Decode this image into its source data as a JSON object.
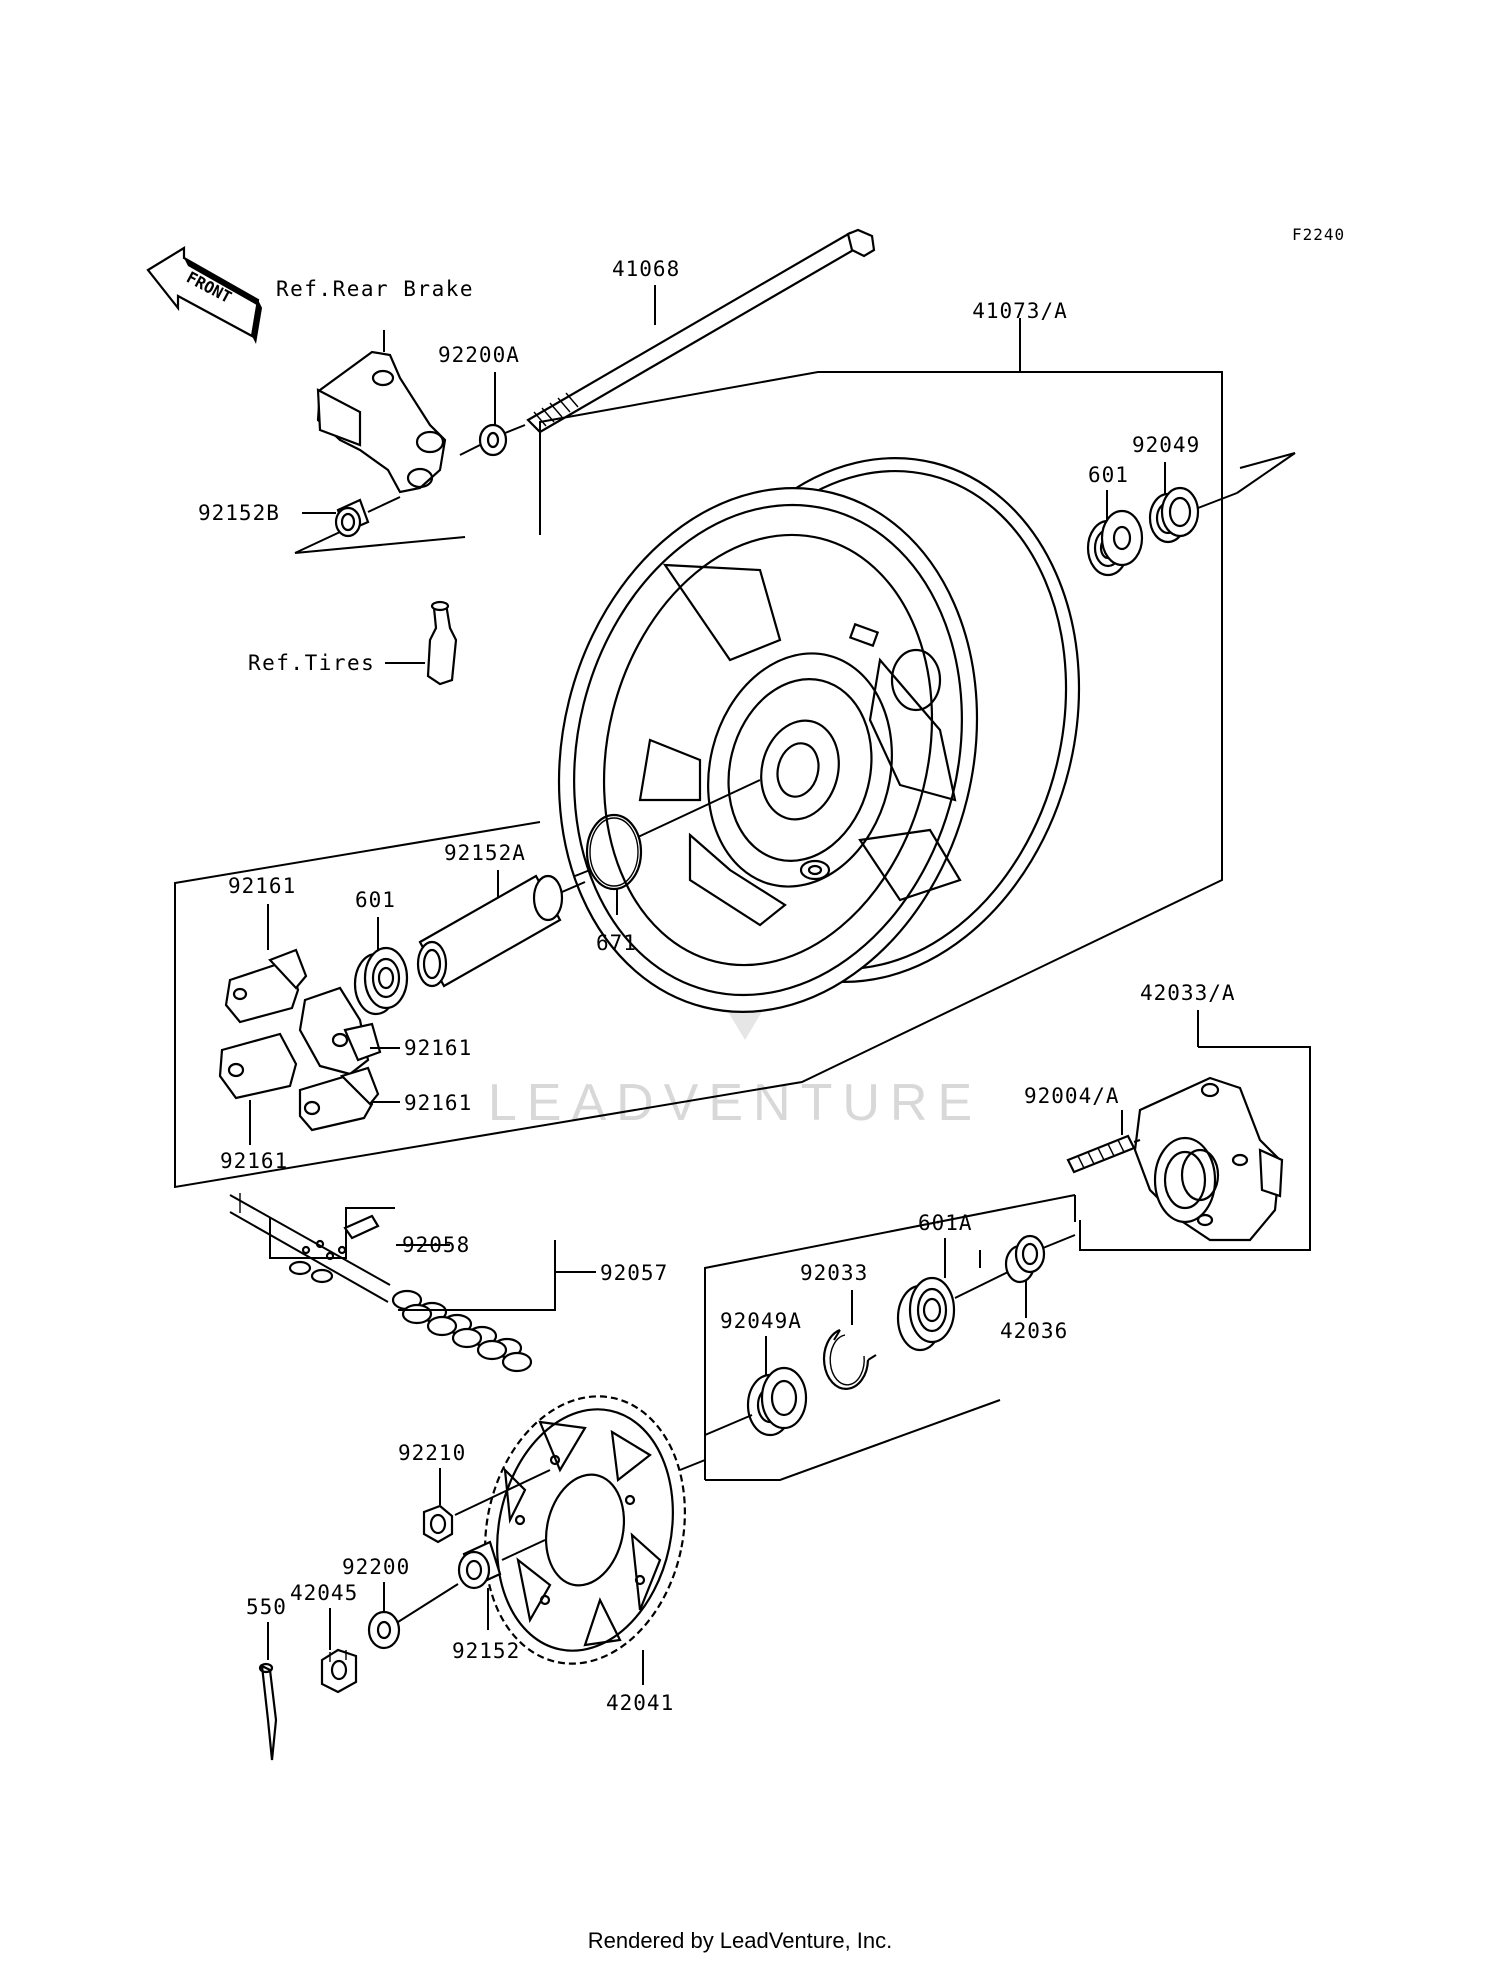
{
  "figure_code": "F2240",
  "front_label": "FRONT",
  "refs": {
    "rear_brake": "Ref.Rear Brake",
    "tires": "Ref.Tires"
  },
  "callouts": {
    "p41068": "41068",
    "p41073": "41073/A",
    "p92200A": "92200A",
    "p92152B": "92152B",
    "p601_top": "601",
    "p92049": "92049",
    "p92152A": "92152A",
    "p671": "671",
    "p92161_a": "92161",
    "p601_mid": "601",
    "p92161_b": "92161",
    "p92161_c": "92161",
    "p92161_d": "92161",
    "p42033": "42033/A",
    "p92004": "92004/A",
    "p92058": "92058",
    "p92057": "92057",
    "p601A": "601A",
    "p92033": "92033",
    "p92049A": "92049A",
    "p42036": "42036",
    "p92210": "92210",
    "p92200": "92200",
    "p42045": "42045",
    "p550": "550",
    "p92152": "92152",
    "p42041": "42041"
  },
  "watermark": "LEADVENTURE",
  "footer": "Rendered by LeadVenture, Inc."
}
